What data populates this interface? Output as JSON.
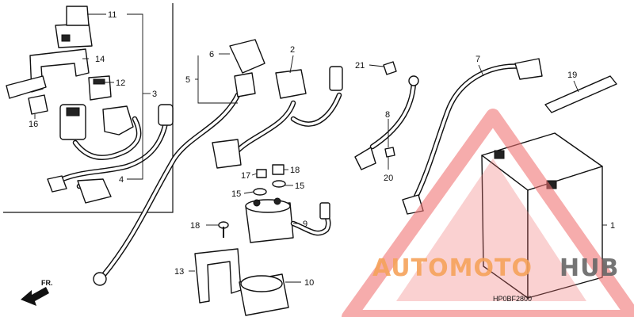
{
  "diagram": {
    "part_labels": [
      {
        "id": "p1",
        "text": "1"
      },
      {
        "id": "p2",
        "text": "2"
      },
      {
        "id": "p3",
        "text": "3"
      },
      {
        "id": "p4",
        "text": "4"
      },
      {
        "id": "p5",
        "text": "5"
      },
      {
        "id": "p6",
        "text": "6"
      },
      {
        "id": "p7",
        "text": "7"
      },
      {
        "id": "p8",
        "text": "8"
      },
      {
        "id": "p9",
        "text": "9"
      },
      {
        "id": "p10",
        "text": "10"
      },
      {
        "id": "p11",
        "text": "11"
      },
      {
        "id": "p12",
        "text": "12"
      },
      {
        "id": "p13",
        "text": "13"
      },
      {
        "id": "p14",
        "text": "14"
      },
      {
        "id": "p15a",
        "text": "15"
      },
      {
        "id": "p15b",
        "text": "15"
      },
      {
        "id": "p16",
        "text": "16"
      },
      {
        "id": "p17",
        "text": "17"
      },
      {
        "id": "p18a",
        "text": "18"
      },
      {
        "id": "p18b",
        "text": "18"
      },
      {
        "id": "p19",
        "text": "19"
      },
      {
        "id": "p20",
        "text": "20"
      },
      {
        "id": "p21",
        "text": "21"
      }
    ],
    "front_arrow_label": "FR.",
    "diagram_code": "HP0BF2800"
  },
  "watermark": {
    "text_part_1": "AUTOMOTO",
    "text_part_2": "HUB",
    "color_1": "#f5a25a",
    "color_2": "#666666",
    "logo_color": "#f07070"
  }
}
